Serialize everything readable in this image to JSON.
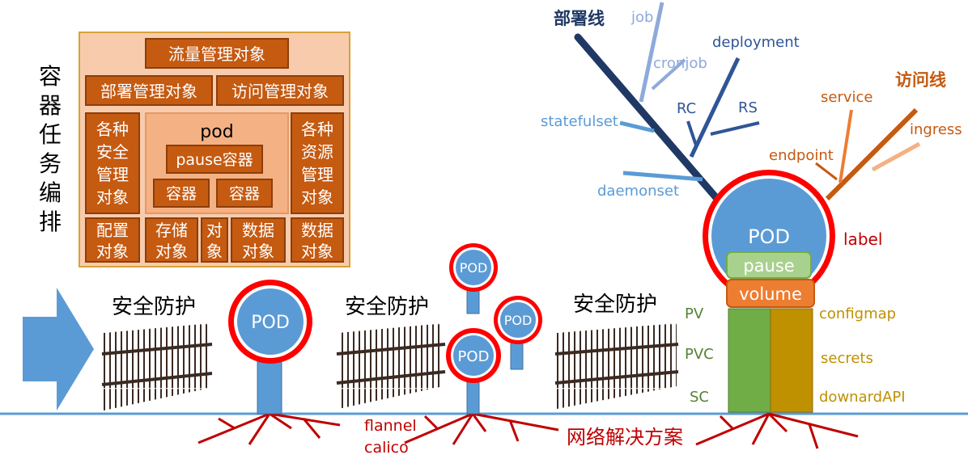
{
  "orchestration": {
    "side_label": "容器任务编排",
    "traffic": "流量管理对象",
    "deploy_mgmt": "部署管理对象",
    "access_mgmt": "访问管理对象",
    "security_objs": [
      "各种",
      "安全",
      "管理",
      "对象"
    ],
    "resource_objs": [
      "各种",
      "资源",
      "管理",
      "对象"
    ],
    "pod": "pod",
    "pause": "pause容器",
    "container_a": "容器",
    "container_b": "容器",
    "bottom": [
      [
        "配置",
        "对象"
      ],
      [
        "存储",
        "对象"
      ],
      [
        "对",
        "象"
      ],
      [
        "数据",
        "对象"
      ],
      [
        "数据",
        "对象"
      ]
    ]
  },
  "security_labels": [
    "安全防护",
    "安全防护",
    "安全防护"
  ],
  "pods": {
    "pod_label": "POD"
  },
  "network": {
    "flannel": "flannel",
    "calico": "calico",
    "solution": "网络解决方案"
  },
  "deploy_tree": {
    "title": "部署线",
    "items": [
      "job",
      "cronjob",
      "deployment",
      "RC",
      "RS",
      "statefulset",
      "daemonset"
    ]
  },
  "access_tree": {
    "title": "访问线",
    "items": [
      "service",
      "ingress",
      "endpoint"
    ]
  },
  "big_pod": {
    "pod": "POD",
    "pause": "pause",
    "volume": "volume",
    "label": "label"
  },
  "storage_left": [
    "PV",
    "PVC",
    "SC"
  ],
  "storage_right": [
    "configmap",
    "secrets",
    "downardAPI"
  ],
  "colors": {
    "orange_dark": "#c55a11",
    "orange_light": "#f8cbad",
    "pod_blue": "#5b9bd5",
    "ring_red": "#ff0000",
    "root_red": "#c00000",
    "deploy_navy": "#1f3864",
    "access_orange": "#c55a11",
    "green_col": "#70ad47",
    "gold_col": "#bf9000"
  }
}
